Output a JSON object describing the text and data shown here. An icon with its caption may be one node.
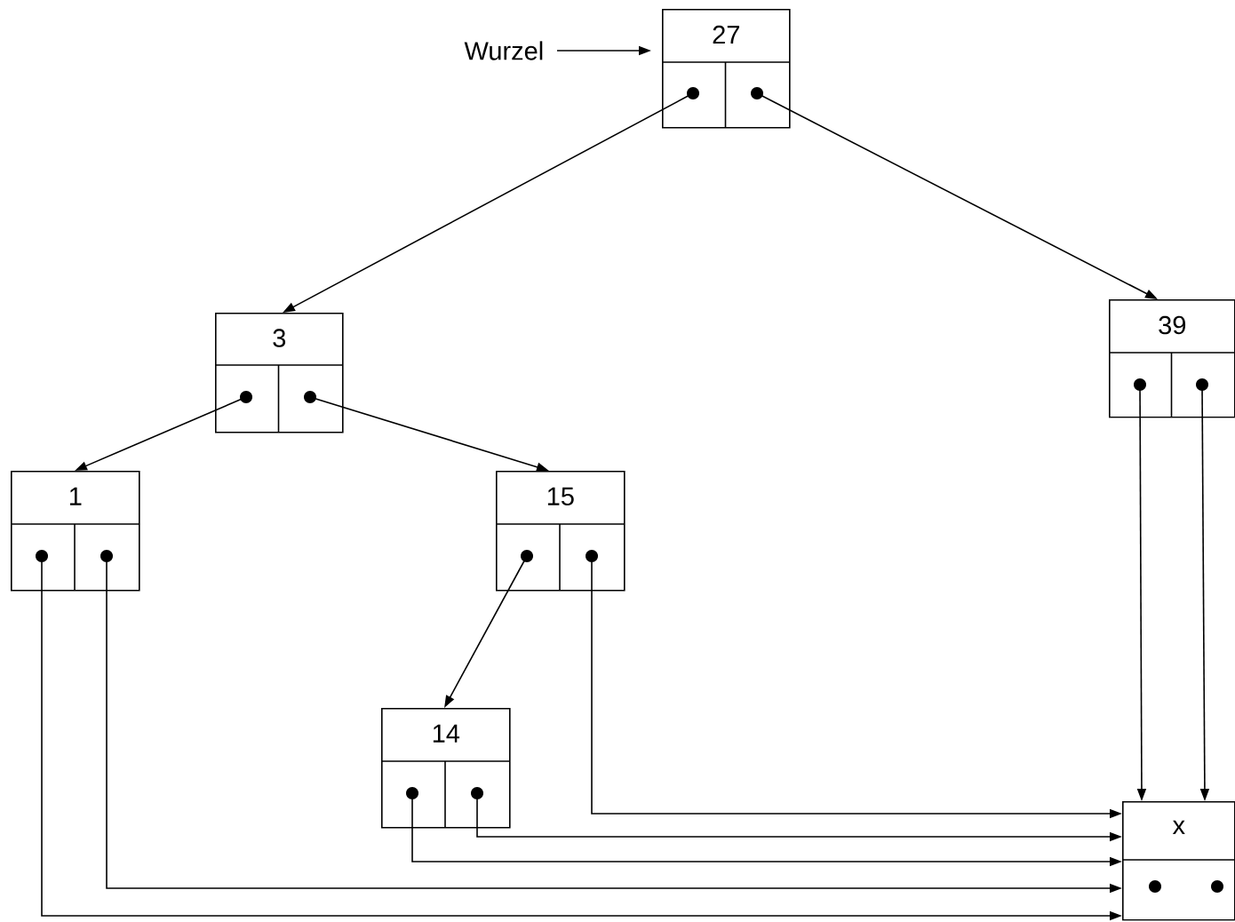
{
  "diagram": {
    "nodes": [
      {
        "text": [
          "Wurzel"
        ]
      },
      {
        "text": [
          "27"
        ]
      },
      {
        "text": [
          "3"
        ]
      },
      {
        "text": [
          "39"
        ]
      },
      {
        "text": [
          "1"
        ]
      },
      {
        "text": [
          "15"
        ]
      },
      {
        "text": [
          "14"
        ]
      },
      {
        "text": [
          "x"
        ]
      }
    ],
    "edges": [
      {
        "from": 0,
        "to": 1,
        "arrow": "to"
      },
      {
        "from": 1,
        "to": 2,
        "arrow": "to"
      },
      {
        "from": 1,
        "to": 3,
        "arrow": "to"
      },
      {
        "from": 2,
        "to": 4,
        "arrow": "to"
      },
      {
        "from": 2,
        "to": 5,
        "arrow": "to"
      },
      {
        "from": 5,
        "to": 6,
        "arrow": "to"
      },
      {
        "from": 5,
        "to": 7,
        "arrow": "to"
      },
      {
        "from": 6,
        "to": 7,
        "arrow": "to"
      },
      {
        "from": 6,
        "to": 7,
        "arrow": "to"
      },
      {
        "from": 4,
        "to": 7,
        "arrow": "to"
      },
      {
        "from": 4,
        "to": 7,
        "arrow": "to"
      },
      {
        "from": 3,
        "to": 7,
        "arrow": "to"
      },
      {
        "from": 3,
        "to": 7,
        "arrow": "to"
      }
    ]
  }
}
